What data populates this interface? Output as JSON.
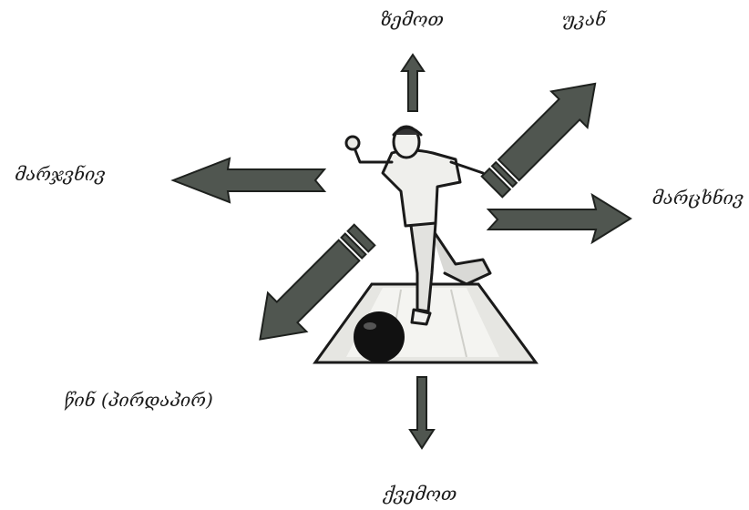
{
  "labels": {
    "up": "ზემოთ",
    "back": "უკან",
    "right": "მარცხნივ",
    "left": "მარჯვნივ",
    "forward": "წინ (პირდაპირ)",
    "down": "ქვემოთ"
  },
  "colors": {
    "arrow": "#505650",
    "arrow_stroke": "#1e211e",
    "text": "#1a1a1a",
    "lane": "#e6e6e2",
    "ball": "#111111"
  },
  "icons": {
    "center_figure": "bowler-figure",
    "arrows": [
      "arrow-up",
      "arrow-back",
      "arrow-right",
      "arrow-left",
      "arrow-forward",
      "arrow-down"
    ]
  }
}
